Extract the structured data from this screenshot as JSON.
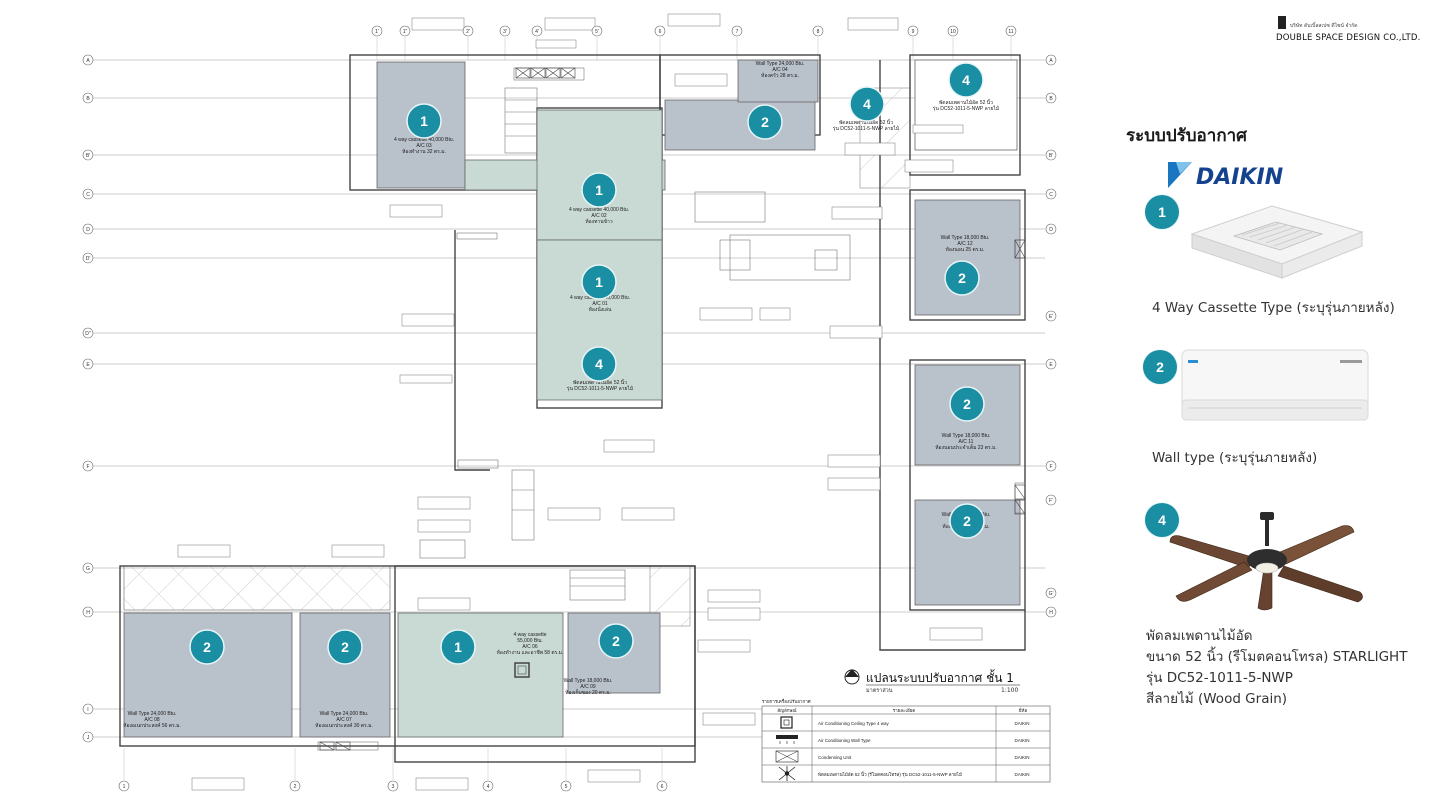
{
  "brand": {
    "small_text": "บริษัท ดับเบิ้ลสเปซ ดีไซน์ จำกัด",
    "company": "DOUBLE SPACE DESIGN CO.,LTD."
  },
  "section_title": "ระบบปรับอากาศ",
  "daikin_logo": "DAIKIN",
  "products": [
    {
      "badge": "1",
      "label": "4 Way Cassette Type (ระบุรุ่นภายหลัง)",
      "icon": "ceiling-cassette-unit"
    },
    {
      "badge": "2",
      "label": "Wall type (ระบุรุ่นภายหลัง)",
      "icon": "wall-split-unit"
    },
    {
      "badge": "4",
      "lines": [
        "พัดลมเพดานไม้อัด",
        "ขนาด 52 นิ้ว (รีโมตคอนโทรล) STARLIGHT",
        "รุ่น DC52-1011-5-NWP",
        "สีลายไม้ (Wood Grain)"
      ],
      "icon": "ceiling-fan"
    }
  ],
  "plan": {
    "title": "แปลนระบบปรับอากาศ ชั้น 1",
    "subtitle": "มาตราส่วน",
    "scale": "1:100",
    "grid_rows": [
      "A",
      "B",
      "B'",
      "C",
      "D",
      "D'",
      "D\"",
      "E",
      "F",
      "G",
      "H",
      "I",
      "J"
    ],
    "grid_cols": [
      "1'",
      "1\"",
      "2'",
      "3'",
      "4'",
      "5'",
      "6",
      "7",
      "8",
      "9",
      "10",
      "11"
    ],
    "bottom_cols": [
      "1",
      "2",
      "3",
      "4",
      "5",
      "6"
    ],
    "right_rows": [
      "A",
      "B",
      "B'",
      "C",
      "D",
      "E'",
      "E",
      "F",
      "F'",
      "G'",
      "H"
    ],
    "units": [
      {
        "badge": "1",
        "text": [
          "4 way cassette 40,000 Btu.",
          "A/C 03",
          "ห้องทำงาน 32 ตร.ม."
        ]
      },
      {
        "badge": "1",
        "text": [
          "4 way cassette 40,000 Btu.",
          "A/C 02",
          "ห้องทานข้าว"
        ]
      },
      {
        "badge": "1",
        "text": [
          "4 way cassette 40,000 Btu.",
          "A/C 01",
          "ห้องนั่งเล่น"
        ]
      },
      {
        "badge": "1",
        "text": [
          "4 way cassette",
          "55,000 Btu.",
          "A/C 06",
          "ห้องทำงาน และอาชีพ 58 ตร.ม."
        ]
      },
      {
        "badge": "2",
        "text": [
          "Wall Type 24,000 Btu.",
          "A/C 04",
          "ห้องครัว 28 ตร.ม."
        ]
      },
      {
        "badge": "2",
        "text": [
          "Wall Type 18,000 Btu.",
          "A/C 12",
          "ห้องนอน 25 ตร.ม."
        ]
      },
      {
        "badge": "2",
        "text": [
          "Wall Type 18,000 Btu.",
          "A/C 11",
          "ห้องนอนประจำเต็ม 23 ตร.ม."
        ]
      },
      {
        "badge": "2",
        "text": [
          "Wall Type 18,000 Btu.",
          "A/C 10",
          "ห้องนอนเต็ม 23 ตร.ม."
        ]
      },
      {
        "badge": "2",
        "text": [
          "Wall Type 24,000 Btu.",
          "A/C 08",
          "ห้องอเนกประสงค์ 56 ตร.ม."
        ]
      },
      {
        "badge": "2",
        "text": [
          "Wall Type 24,000 Btu.",
          "A/C 07",
          "ห้องอเนกประสงค์ 30 ตร.ม."
        ]
      },
      {
        "badge": "2",
        "text": [
          "Wall Type 18,000 Btu.",
          "A/C 09",
          "ห้องเก็บของ 20 ตร.ม."
        ]
      },
      {
        "badge": "4",
        "text": [
          "พัดลมเพดานไม้อัด 52 นิ้ว",
          "รุ่น DC52-1011-5-NWP ลายไม้"
        ]
      },
      {
        "badge": "4",
        "text": [
          "พัดลมเพดานไม้อัด 52 นิ้ว",
          "รุ่น DC52-1011-5-NWP ลายไม้"
        ]
      },
      {
        "badge": "4",
        "text": [
          "พัดลมเพดานไม้อัด 52 นิ้ว",
          "รุ่น DC52-1011-5-NWP ลายไม้"
        ]
      }
    ],
    "legend": {
      "title": "รายการเครื่องปรับอากาศ",
      "headers": [
        "สัญลักษณ์",
        "รายละเอียด",
        "ยี่ห้อ"
      ],
      "rows": [
        {
          "desc": "Air Conditioning Ceiling Type 4 way",
          "brand": "DAIKIN"
        },
        {
          "desc": "Air Conditioning  Wall Type",
          "brand": "DAIKIN"
        },
        {
          "desc": "Condensing Unit",
          "brand": "DAIKIN"
        },
        {
          "desc": "พัดลมเพดานไม้อัด 52 นิ้ว (รีโมตคอนโทรล) รุ่น DC52-1011-5-NWP ลายไม้",
          "brand": "DAIKIN"
        }
      ]
    }
  },
  "colors": {
    "badge": "#1a8ea3",
    "room_grey": "#b9c1cb",
    "room_green": "#c9d9d3",
    "line": "#555555",
    "daikin_blue": "#1a76c0",
    "daikin_logo_blue": "#14428f"
  }
}
